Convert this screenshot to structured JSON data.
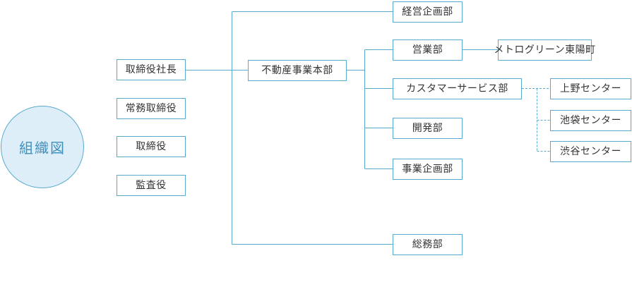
{
  "root": {
    "label": "組織図"
  },
  "executives": [
    "取締役社長",
    "常務取締役",
    "取締役",
    "監査役"
  ],
  "divisions": {
    "planning": "経営企画部",
    "real_estate": "不動産事業本部",
    "general_affairs": "総務部"
  },
  "departments": {
    "sales": "営業部",
    "customer_service": "カスタマーサービス部",
    "development": "開発部",
    "business_planning": "事業企画部"
  },
  "sales_branch": "メトログリーン東陽町",
  "centers": [
    "上野センター",
    "池袋センター",
    "渋谷センター"
  ],
  "colors": {
    "line": "#5aa9cf",
    "circle_fill": "#ddeef8",
    "circle_text": "#3d8fbd"
  }
}
